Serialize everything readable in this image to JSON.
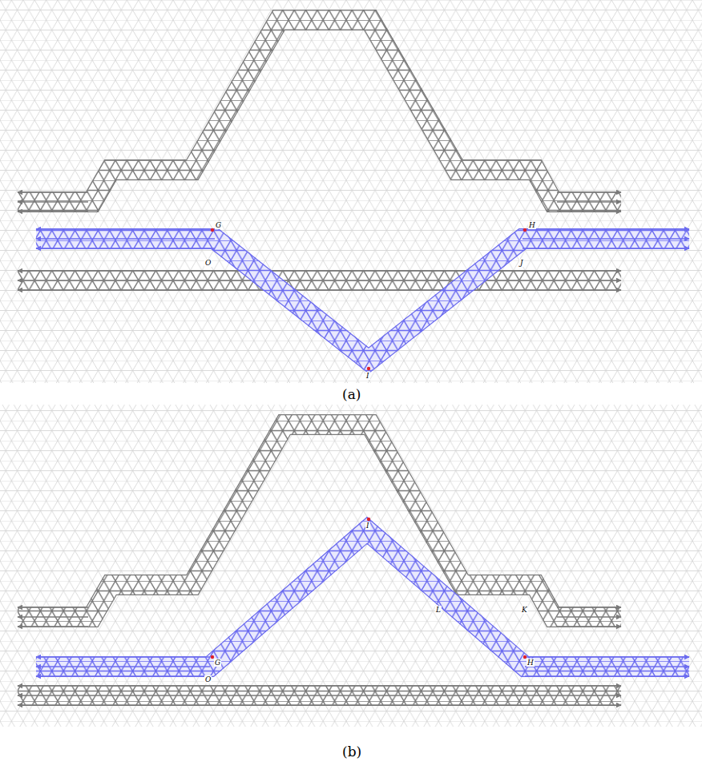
{
  "diagram": {
    "labels": [
      "G",
      "H",
      "O",
      "J",
      "I",
      "(a)",
      "I",
      "L",
      "K",
      "G",
      "H",
      "O",
      "(b)"
    ]
  }
}
